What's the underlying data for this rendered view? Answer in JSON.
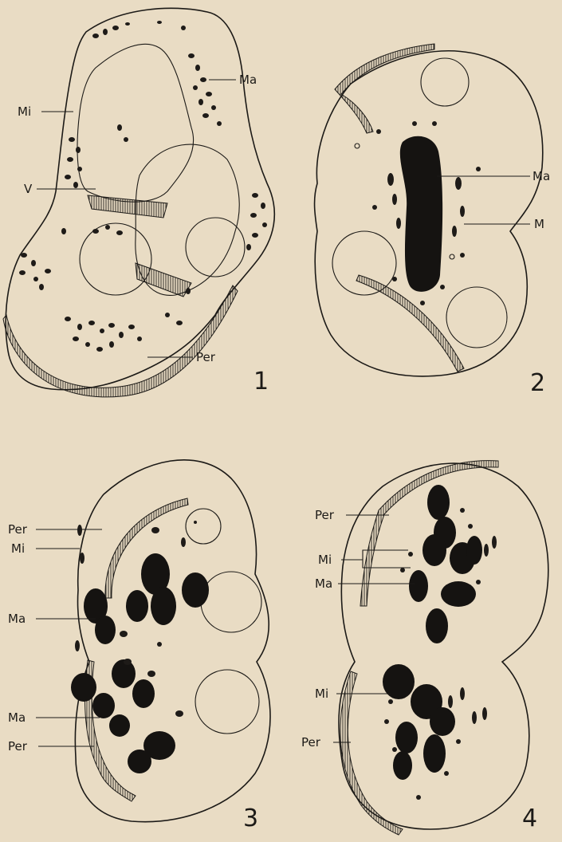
{
  "figures": [
    {
      "number": "1",
      "labels": {
        "mi": "Mi",
        "ma": "Ma",
        "v": "V",
        "per": "Per"
      }
    },
    {
      "number": "2",
      "labels": {
        "ma": "Ma",
        "m": "M"
      }
    },
    {
      "number": "3",
      "labels": {
        "per_top": "Per",
        "mi": "Mi",
        "ma_top": "Ma",
        "ma_bottom": "Ma",
        "per_bottom": "Per"
      }
    },
    {
      "number": "4",
      "labels": {
        "per_top": "Per",
        "mi_top": "Mi",
        "ma": "Ma",
        "mi_bottom": "Mi",
        "per_bottom": "Per"
      }
    }
  ]
}
